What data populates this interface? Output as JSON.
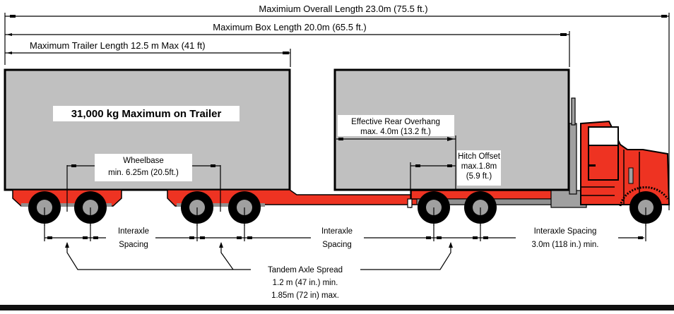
{
  "diagram": {
    "title": "B-Train / Truck-Trailer Dimension Limits",
    "colors": {
      "box_fill": "#c0c0c0",
      "frame_red": "#ee3322",
      "tire_black": "#000000",
      "hub_gray": "#a0a0a0",
      "chassis_gray": "#909090",
      "outline": "#000000",
      "background": "#ffffff"
    },
    "dimensions": {
      "overall_length": "Maximium Overall Length 23.0m (75.5 ft.)",
      "box_length": "Maximum Box Length 20.0m (65.5 ft.)",
      "trailer_length": "Maximum Trailer Length 12.5 m Max (41 ft)"
    },
    "trailer": {
      "weight_label": "31,000 kg Maximum on Trailer",
      "wheelbase_line1": "Wheelbase",
      "wheelbase_line2": "min. 6.25m (20.5ft.)"
    },
    "truck": {
      "overhang_line1": "Effective Rear Overhang",
      "overhang_line2": "max. 4.0m (13.2 ft.)",
      "hitch_line1": "Hitch Offset",
      "hitch_line2": "max.1.8m",
      "hitch_line3": "(5.9 ft.)"
    },
    "axles": {
      "interaxle_1_line1": "Interaxle",
      "interaxle_1_line2": "Spacing",
      "interaxle_2_line1": "Interaxle",
      "interaxle_2_line2": "Spacing",
      "interaxle_3_line1": "Interaxle Spacing",
      "interaxle_3_line2": "3.0m (118 in.) min.",
      "tandem_line1": "Tandem Axle Spread",
      "tandem_line2": "1.2 m (47 in.) min.",
      "tandem_line3": "1.85m (72 in) max."
    }
  }
}
